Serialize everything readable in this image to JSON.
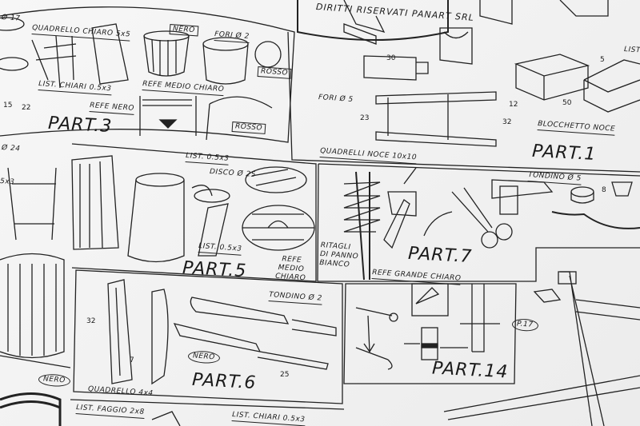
{
  "header": {
    "copyright": "DIRITTI RISERVATI PANART SRL"
  },
  "parts": {
    "part3": {
      "title": "PART.3",
      "labels": {
        "quadrello": "QUADRELLO CHIARO 5x5",
        "listelli": "LIST. CHIARI 0.5x3",
        "refe_nero": "REFE NERO",
        "nero": "NERO",
        "fori": "FORI Ø 2",
        "rosso1": "ROSSO",
        "refe_medio": "REFE MEDIO CHIARO",
        "rosso2": "ROSSO"
      }
    },
    "part1": {
      "title": "PART.1",
      "labels": {
        "fori": "FORI Ø 5",
        "quadrelli": "QUADRELLI NOCE 10x10",
        "blocchetto": "BLOCCHETTO NOCE",
        "list": "LIST"
      },
      "dims": {
        "d30": "30",
        "d23": "23",
        "d32": "32",
        "d12": "12",
        "d50": "50",
        "d5": "5"
      }
    },
    "part5": {
      "title": "PART.5",
      "labels": {
        "list1": "LIST. 0.5x3",
        "disco": "DISCO Ø 25",
        "list2": "LIST. 0.5x3",
        "refe": "REFE MEDIO CHIARO"
      }
    },
    "part7": {
      "title": "PART.7",
      "labels": {
        "ritagli": "RITAGLI DI PANNO BIANCO",
        "refe": "REFE GRANDE CHIARO",
        "tondino": "TONDINO Ø 5"
      },
      "dims": {
        "d8": "8"
      }
    },
    "part6": {
      "title": "PART.6",
      "labels": {
        "tondino": "TONDINO Ø 2",
        "nero": "NERO",
        "quadrello": "QUADRELLO 4x4"
      },
      "dims": {
        "d32": "32",
        "d7": "7",
        "d25": "25"
      }
    },
    "part14": {
      "title": "PART.14",
      "labels": {
        "p17": "P.17"
      }
    },
    "left": {
      "labels": {
        "d17": "Ø 17",
        "d24": "Ø 24",
        "d5x3": "5x3",
        "d15": "15",
        "d22": "22",
        "nero": "NERO"
      }
    },
    "bottom": {
      "labels": {
        "faggio": "LIST. FAGGIO 2x8",
        "chiari": "LIST. CHIARI 0.5x3"
      }
    }
  }
}
